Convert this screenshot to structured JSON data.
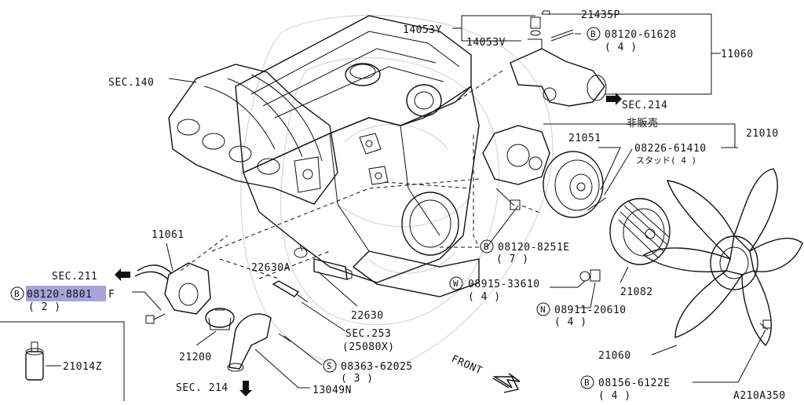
{
  "diagram_code": "A210A350",
  "labels": {
    "sec140": "SEC.140",
    "p14053y": "14053Y",
    "p14053v": "14053V",
    "p21435p": "21435P",
    "b_circle": "B",
    "p08120_61628": "08120-61628",
    "qty4_a": "( 4 )",
    "p11060": "11060",
    "sec214_right": "SEC.214",
    "hiihanbai": "非販売",
    "p21010": "21010",
    "p21051": "21051",
    "p08226_61410": "08226-61410",
    "stud4": "スタッド( 4 )",
    "p11061": "11061",
    "sec211": "SEC.211",
    "p08120_8801f_num": "08120-8801",
    "p08120_8801f_suffix": "F",
    "qty2": "( 2 )",
    "p22630a": "22630A",
    "p08120_8251e": "08120-8251E",
    "qty7": "( 7 )",
    "w_circle": "W",
    "p08915_33610": "08915-33610",
    "qty4_b": "( 4 )",
    "p21082": "21082",
    "n_circle": "N",
    "p08911_20610": "08911-20610",
    "qty4_c": "( 4 )",
    "p22630": "22630",
    "sec253": "SEC.253",
    "p25080x": "(25080X)",
    "p21200": "21200",
    "s_circle": "S",
    "p08363_62025": "08363-62025",
    "qty3": "( 3 )",
    "p21060": "21060",
    "front": "FRONT",
    "p21014z": "21014Z",
    "sec214_bottom": "SEC. 214",
    "p13049n": "13049N",
    "p08156_6122e": "08156-6122E",
    "qty4_d": "( 4 )"
  },
  "colors": {
    "line": "#111111",
    "highlight": "#8a86d0",
    "watermark": "#d6d6d6",
    "background": "#ffffff"
  }
}
